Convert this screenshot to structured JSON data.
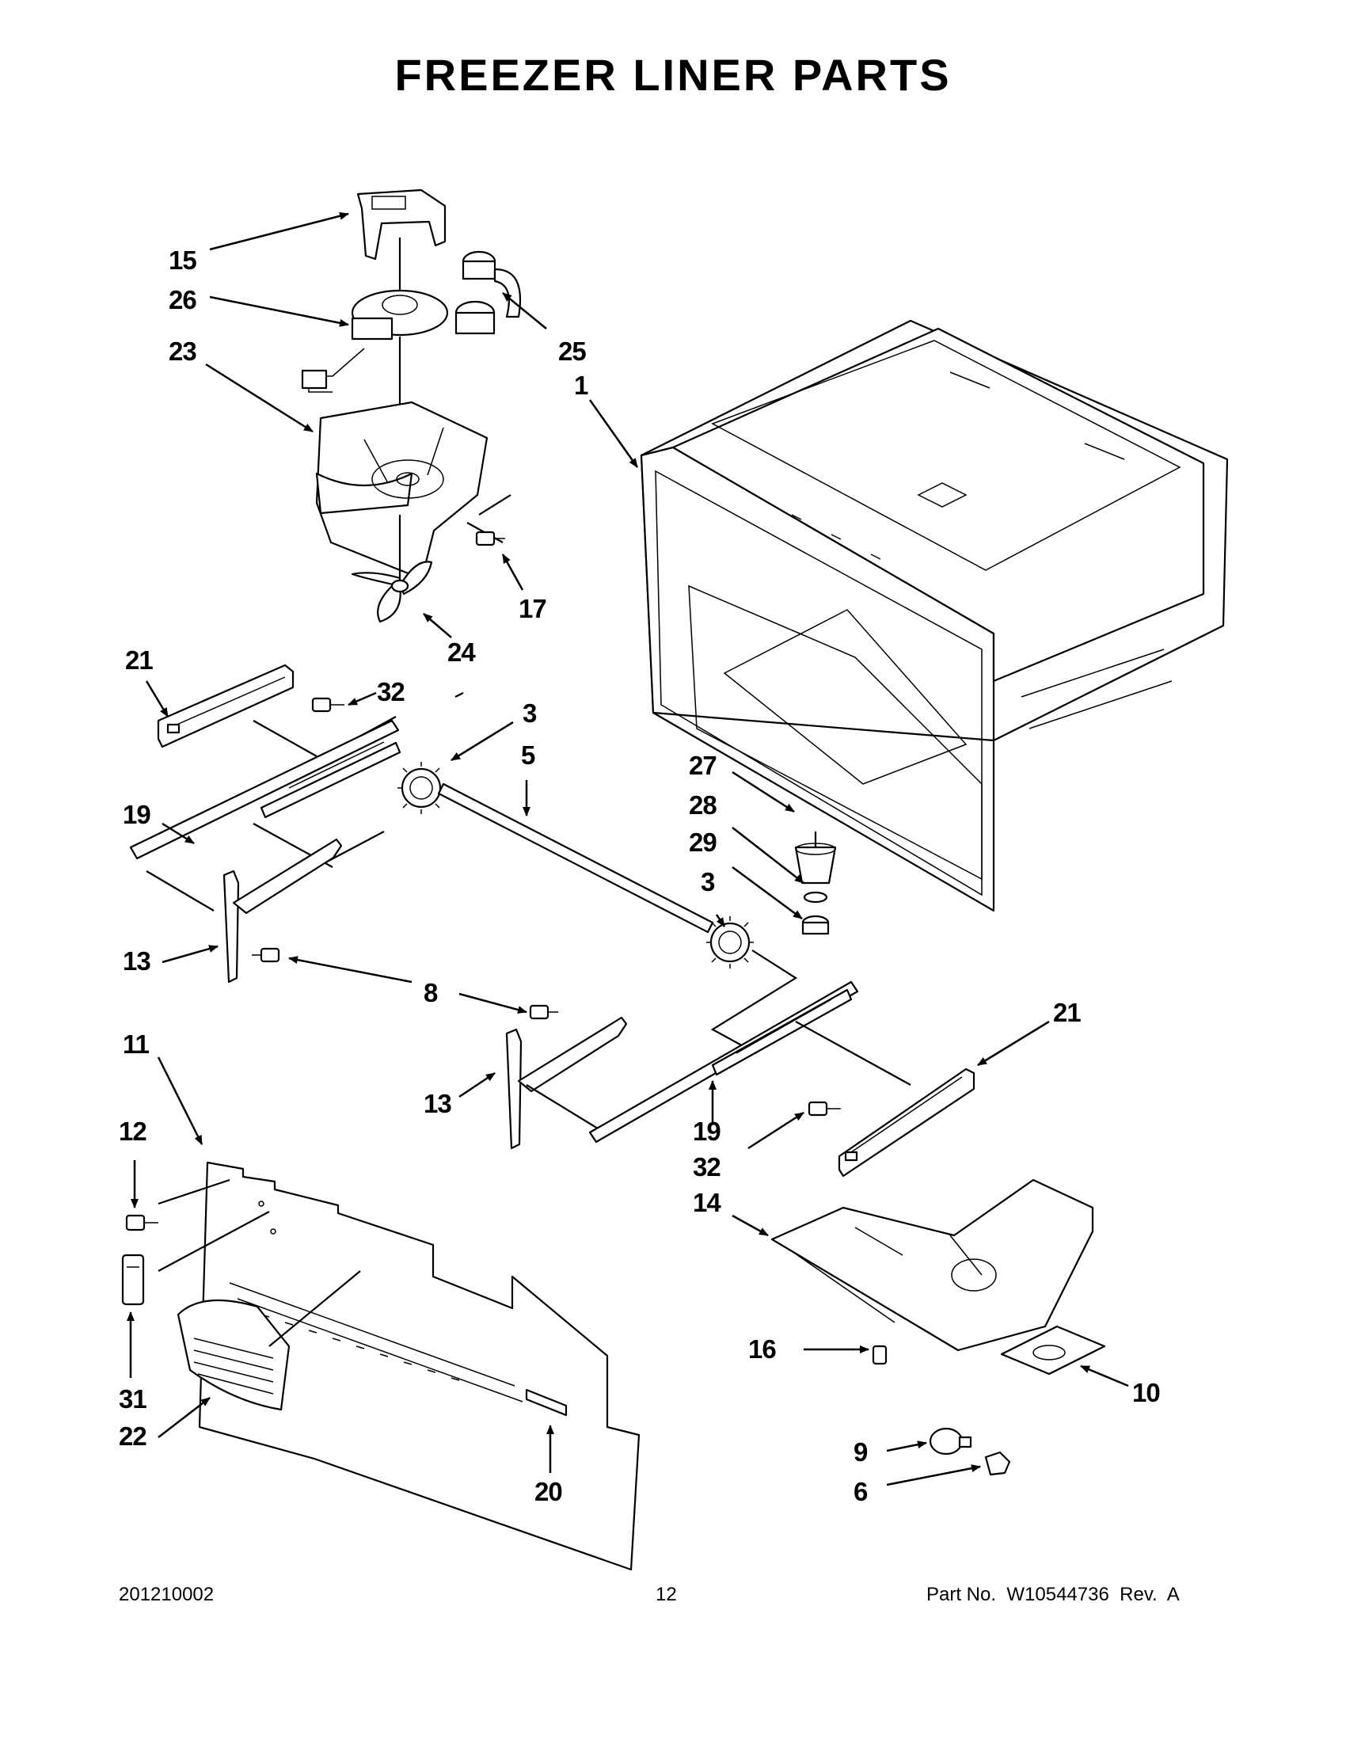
{
  "title": "FREEZER LINER PARTS",
  "callouts": [
    {
      "id": "c15",
      "label": "15"
    },
    {
      "id": "c26",
      "label": "26"
    },
    {
      "id": "c23",
      "label": "23"
    },
    {
      "id": "c25",
      "label": "25"
    },
    {
      "id": "c1",
      "label": "1"
    },
    {
      "id": "c17",
      "label": "17"
    },
    {
      "id": "c24",
      "label": "24"
    },
    {
      "id": "c21a",
      "label": "21"
    },
    {
      "id": "c32a",
      "label": "32"
    },
    {
      "id": "c3a",
      "label": "3"
    },
    {
      "id": "c5",
      "label": "5"
    },
    {
      "id": "c19a",
      "label": "19"
    },
    {
      "id": "c27",
      "label": "27"
    },
    {
      "id": "c28",
      "label": "28"
    },
    {
      "id": "c29",
      "label": "29"
    },
    {
      "id": "c3b",
      "label": "3"
    },
    {
      "id": "c13a",
      "label": "13"
    },
    {
      "id": "c8",
      "label": "8"
    },
    {
      "id": "c21b",
      "label": "21"
    },
    {
      "id": "c11",
      "label": "11"
    },
    {
      "id": "c13b",
      "label": "13"
    },
    {
      "id": "c12",
      "label": "12"
    },
    {
      "id": "c19b",
      "label": "19"
    },
    {
      "id": "c32b",
      "label": "32"
    },
    {
      "id": "c14",
      "label": "14"
    },
    {
      "id": "c16",
      "label": "16"
    },
    {
      "id": "c10",
      "label": "10"
    },
    {
      "id": "c31",
      "label": "31"
    },
    {
      "id": "c22",
      "label": "22"
    },
    {
      "id": "c20",
      "label": "20"
    },
    {
      "id": "c9",
      "label": "9"
    },
    {
      "id": "c6",
      "label": "6"
    }
  ],
  "footer": {
    "doc_code": "201210002",
    "page_number": "12",
    "part_number": "Part No.  W10544736  Rev.  A"
  }
}
